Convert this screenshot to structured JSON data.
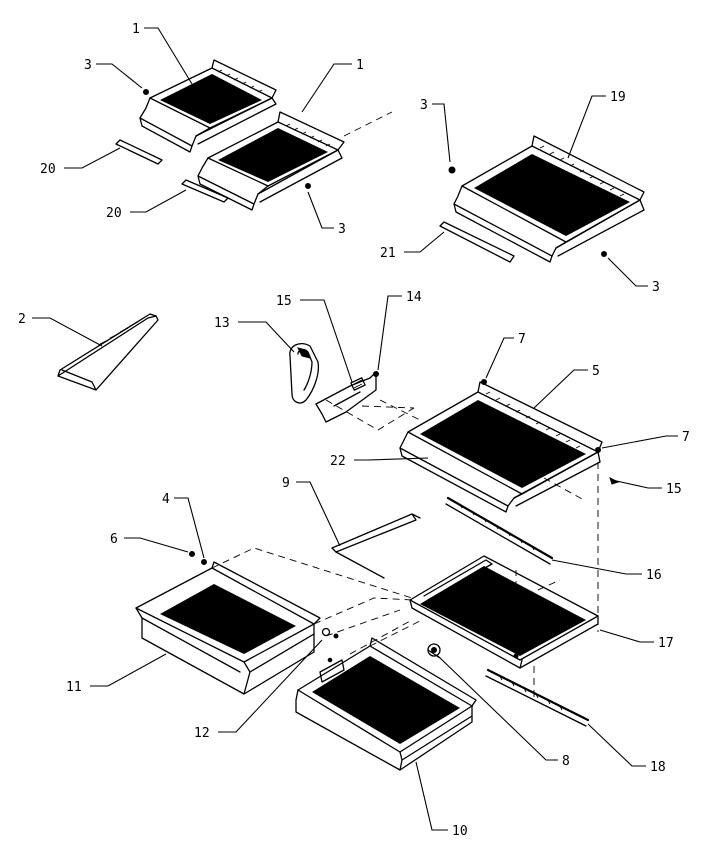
{
  "callouts": {
    "c1a": "1",
    "c1b": "1",
    "c2": "2",
    "c3a": "3",
    "c3b": "3",
    "c3c": "3",
    "c3d": "3",
    "c4": "4",
    "c5": "5",
    "c6": "6",
    "c7a": "7",
    "c7b": "7",
    "c8": "8",
    "c9": "9",
    "c10": "10",
    "c11": "11",
    "c12": "12",
    "c13": "13",
    "c14": "14",
    "c15a": "15",
    "c15b": "15",
    "c16": "16",
    "c17": "17",
    "c18": "18",
    "c19": "19",
    "c20a": "20",
    "c20b": "20",
    "c21": "21",
    "c22": "22"
  }
}
